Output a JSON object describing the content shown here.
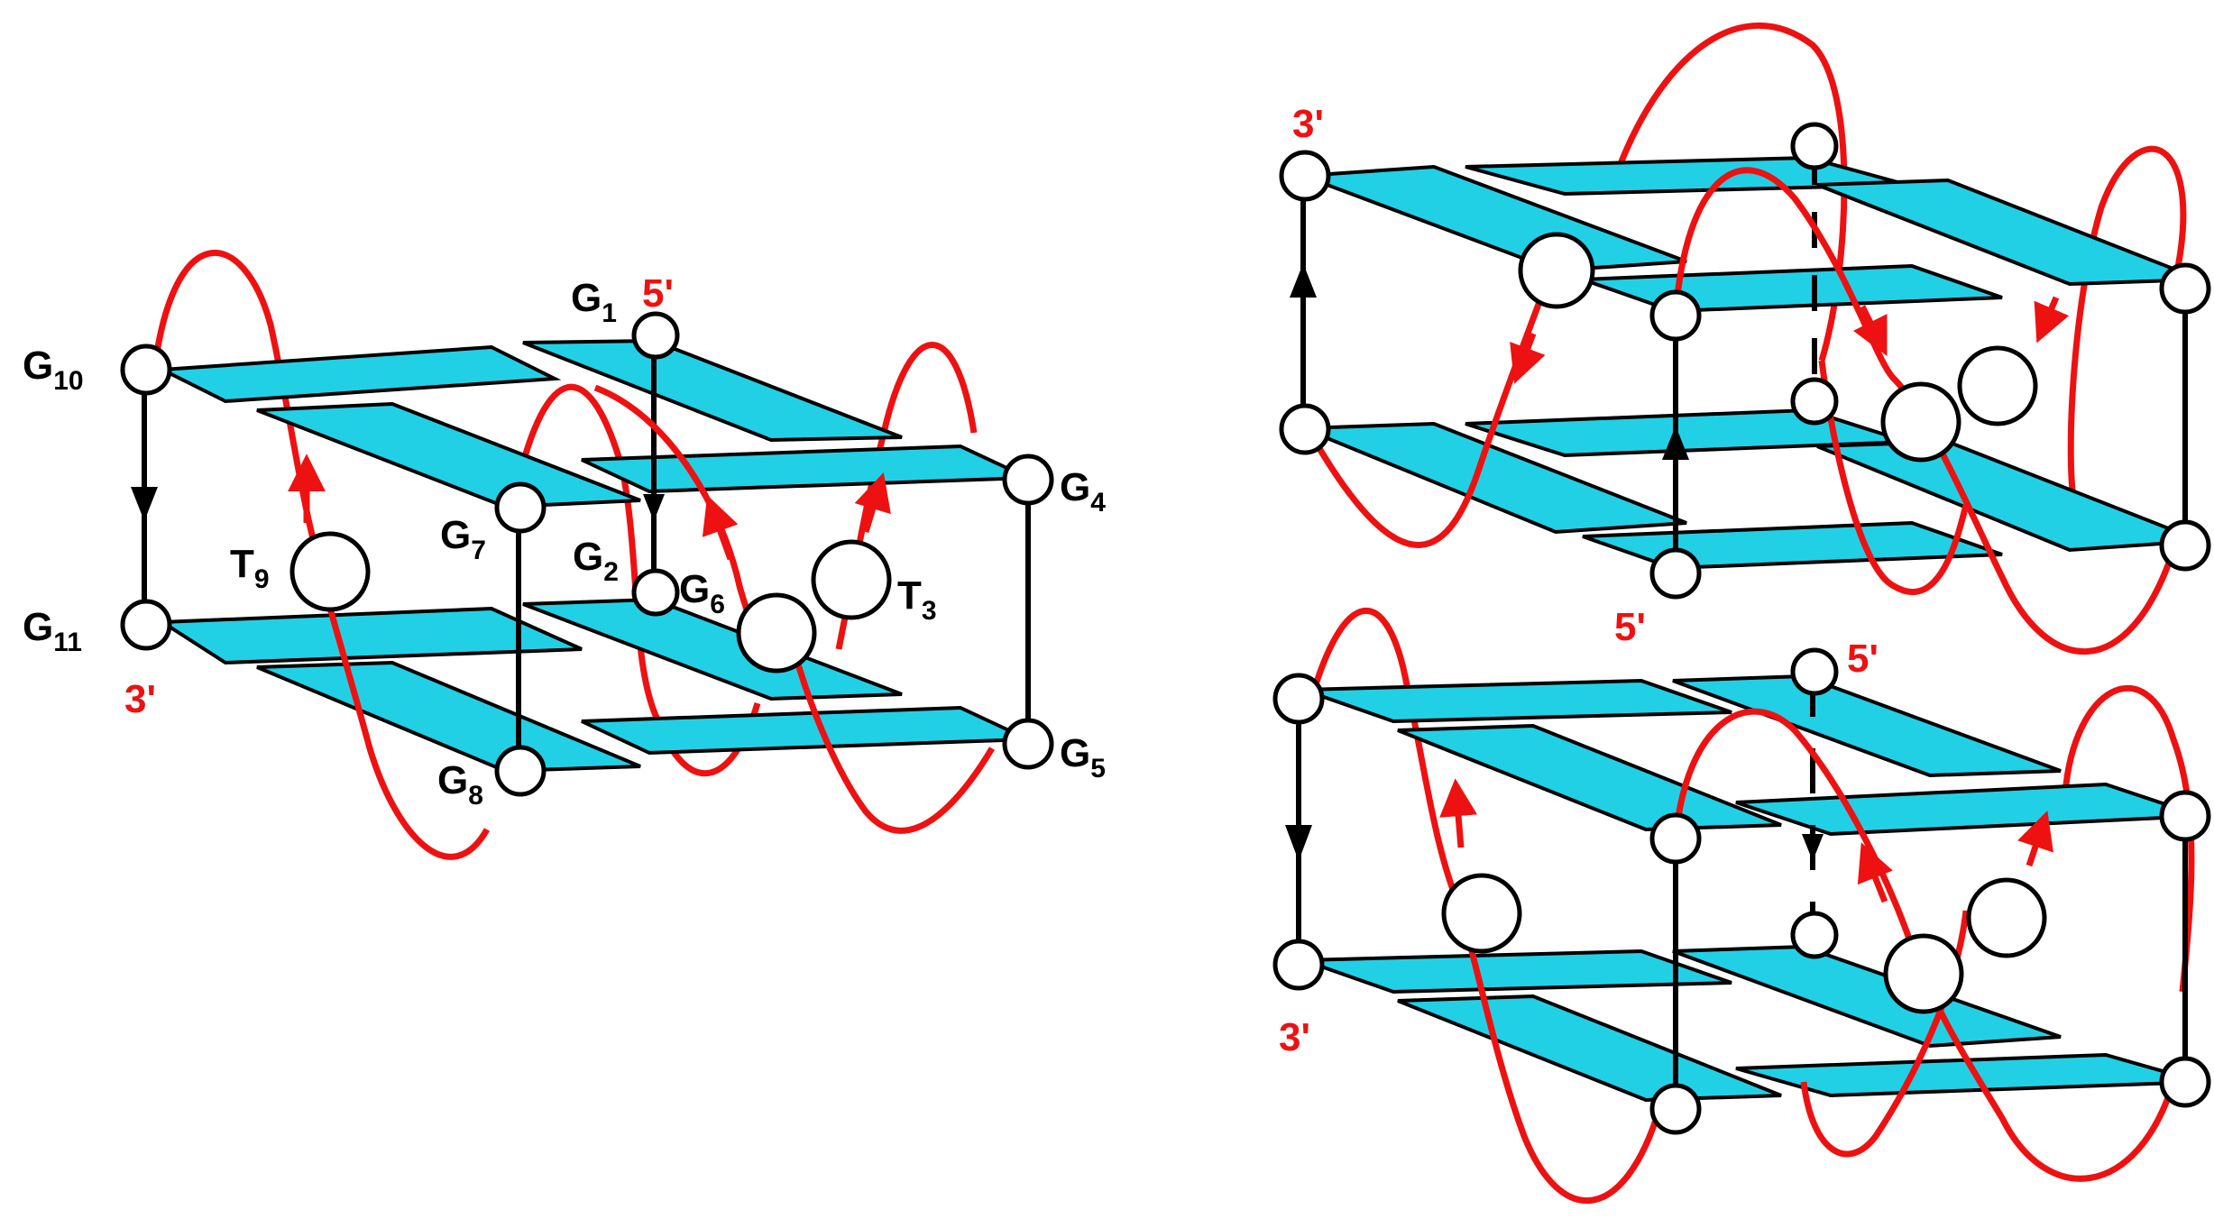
{
  "colors": {
    "tetrad": "#22d0e6",
    "loop": "#ee1111",
    "backbone": "#000000",
    "label": "#000000",
    "end_label": "#ee1111"
  },
  "left": {
    "labels": {
      "G1": {
        "base": "G",
        "sub": "1"
      },
      "G2": {
        "base": "G",
        "sub": "2"
      },
      "T3": {
        "base": "T",
        "sub": "3"
      },
      "G4": {
        "base": "G",
        "sub": "4"
      },
      "G5": {
        "base": "G",
        "sub": "5"
      },
      "G6": {
        "base": "G",
        "sub": "6"
      },
      "G7": {
        "base": "G",
        "sub": "7"
      },
      "G8": {
        "base": "G",
        "sub": "8"
      },
      "T9": {
        "base": "T",
        "sub": "9"
      },
      "G10": {
        "base": "G",
        "sub": "10"
      },
      "G11": {
        "base": "G",
        "sub": "11"
      }
    },
    "five_prime": "5'",
    "three_prime": "3'"
  },
  "right_top": {
    "five_prime": "5'",
    "three_prime": "3'"
  },
  "right_bottom": {
    "five_prime": "5'",
    "three_prime": "3'"
  }
}
